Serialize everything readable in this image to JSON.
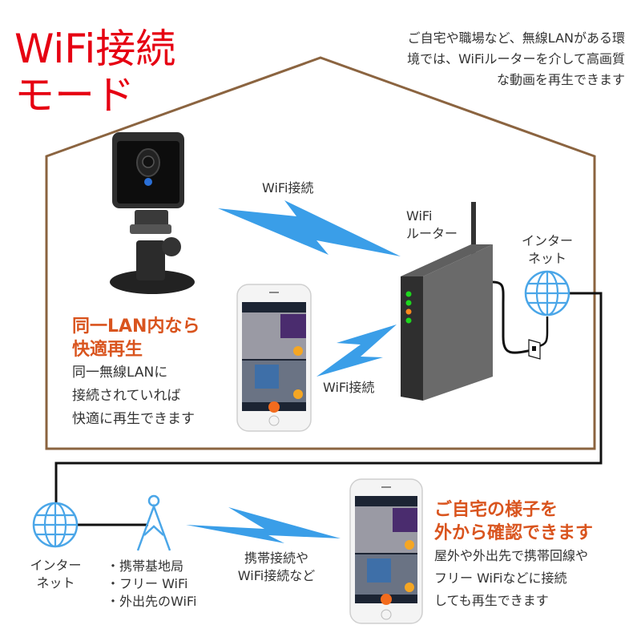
{
  "title": {
    "line1": "WiFi接続",
    "line2": "モード"
  },
  "intro": {
    "line1": "ご自宅や職場など、無線LANがある環",
    "line2": "境では、WiFiルーターを介して高画質",
    "line3": "な動画を再生できます"
  },
  "home": {
    "camera_label": "camera-device",
    "wifi_label_top": "WiFi接続",
    "wifi_label_phone": "WiFi接続",
    "router_label": {
      "line1": "WiFi",
      "line2": "ルーター"
    },
    "internet_label": {
      "line1": "インター",
      "line2": "ネット"
    },
    "router_leds": [
      "#1ed81e",
      "#1ed81e",
      "#ff8a1e",
      "#1ed81e"
    ],
    "same_lan": {
      "heading_line1": "同一LAN内なら",
      "heading_line2": "快適再生",
      "body_line1": "同一無線LANに",
      "body_line2": "接続されていれば",
      "body_line3": "快適に再生できます"
    }
  },
  "outside": {
    "internet_label": {
      "line1": "インター",
      "line2": "ネット"
    },
    "access_points": [
      "・携帯基地局",
      "・フリー WiFi",
      "・外出先のWiFi"
    ],
    "connection_label": {
      "line1": "携帯接続や",
      "line2": "WiFi接続など"
    },
    "remote": {
      "heading_line1": "ご自宅の様子を",
      "heading_line2": "外から確認できます",
      "body_line1": "屋外や外出先で携帯回線や",
      "body_line2": "フリー WiFiなどに接続",
      "body_line3": "しても再生できます"
    }
  },
  "colors": {
    "title_red": "#e60012",
    "heading_orange": "#d9541e",
    "house_brown": "#8b6440",
    "signal_blue": "#3a9ee8",
    "globe_blue": "#4aa6e8"
  }
}
